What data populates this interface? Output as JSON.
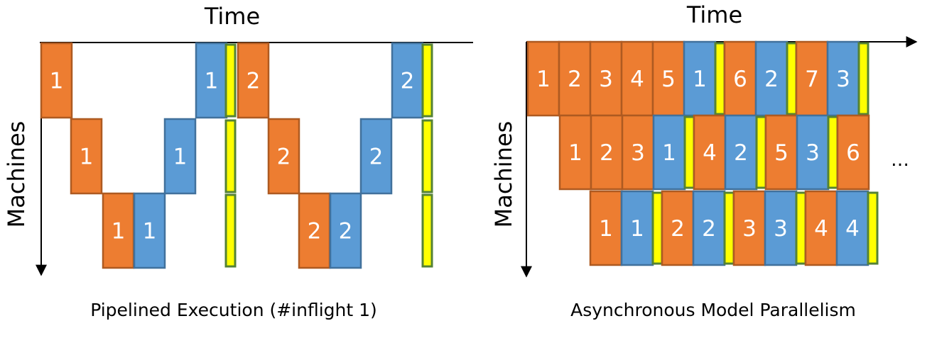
{
  "colors": {
    "forward": "#ed7d31",
    "forward_border": "#ae5a21",
    "backward": "#5b9bd5",
    "backward_border": "#41719c",
    "update": "#ffff00",
    "update_border": "#548235",
    "axis": "#000000",
    "text_on_block": "#ffffff",
    "label": "#000000"
  },
  "left_panel": {
    "time_label": "Time",
    "machines_label": "Machines",
    "caption": "Pipelined Execution (#inflight 1)",
    "blocks": [
      {
        "kind": "forward",
        "label": "1",
        "row": 0,
        "slot": 0
      },
      {
        "kind": "forward",
        "label": "1",
        "row": 1,
        "slot": 1
      },
      {
        "kind": "forward",
        "label": "1",
        "row": 2,
        "slot": 2
      },
      {
        "kind": "backward",
        "label": "1",
        "row": 2,
        "slot": 3
      },
      {
        "kind": "backward",
        "label": "1",
        "row": 1,
        "slot": 4
      },
      {
        "kind": "backward",
        "label": "1",
        "row": 0,
        "slot": 5
      },
      {
        "kind": "update",
        "label": "",
        "row": 0,
        "slot": 6
      },
      {
        "kind": "update",
        "label": "",
        "row": 1,
        "slot": 6
      },
      {
        "kind": "update",
        "label": "",
        "row": 2,
        "slot": 6
      },
      {
        "kind": "forward",
        "label": "2",
        "row": 0,
        "slot": 7
      },
      {
        "kind": "forward",
        "label": "2",
        "row": 1,
        "slot": 8
      },
      {
        "kind": "forward",
        "label": "2",
        "row": 2,
        "slot": 9
      },
      {
        "kind": "backward",
        "label": "2",
        "row": 2,
        "slot": 10
      },
      {
        "kind": "backward",
        "label": "2",
        "row": 1,
        "slot": 11
      },
      {
        "kind": "backward",
        "label": "2",
        "row": 0,
        "slot": 12
      },
      {
        "kind": "update",
        "label": "",
        "row": 0,
        "slot": 13
      },
      {
        "kind": "update",
        "label": "",
        "row": 1,
        "slot": 13
      },
      {
        "kind": "update",
        "label": "",
        "row": 2,
        "slot": 13
      }
    ]
  },
  "right_panel": {
    "time_label": "Time",
    "machines_label": "Machines",
    "caption": "Asynchronous Model Parallelism",
    "ellipsis": "…",
    "rows": [
      [
        {
          "kind": "forward",
          "label": "1"
        },
        {
          "kind": "forward",
          "label": "2"
        },
        {
          "kind": "forward",
          "label": "3"
        },
        {
          "kind": "forward",
          "label": "4"
        },
        {
          "kind": "forward",
          "label": "5"
        },
        {
          "kind": "backward",
          "label": "1"
        },
        {
          "kind": "update",
          "label": ""
        },
        {
          "kind": "forward",
          "label": "6"
        },
        {
          "kind": "backward",
          "label": "2"
        },
        {
          "kind": "update",
          "label": ""
        },
        {
          "kind": "forward",
          "label": "7"
        },
        {
          "kind": "backward",
          "label": "3"
        },
        {
          "kind": "update",
          "label": ""
        }
      ],
      [
        {
          "kind": "forward",
          "label": "1"
        },
        {
          "kind": "forward",
          "label": "2"
        },
        {
          "kind": "forward",
          "label": "3"
        },
        {
          "kind": "backward",
          "label": "1"
        },
        {
          "kind": "update",
          "label": ""
        },
        {
          "kind": "forward",
          "label": "4"
        },
        {
          "kind": "backward",
          "label": "2"
        },
        {
          "kind": "update",
          "label": ""
        },
        {
          "kind": "forward",
          "label": "5"
        },
        {
          "kind": "backward",
          "label": "3"
        },
        {
          "kind": "update",
          "label": ""
        },
        {
          "kind": "forward",
          "label": "6"
        }
      ],
      [
        {
          "kind": "forward",
          "label": "1"
        },
        {
          "kind": "backward",
          "label": "1"
        },
        {
          "kind": "update",
          "label": ""
        },
        {
          "kind": "forward",
          "label": "2"
        },
        {
          "kind": "backward",
          "label": "2"
        },
        {
          "kind": "update",
          "label": ""
        },
        {
          "kind": "forward",
          "label": "3"
        },
        {
          "kind": "backward",
          "label": "3"
        },
        {
          "kind": "update",
          "label": ""
        },
        {
          "kind": "forward",
          "label": "4"
        },
        {
          "kind": "backward",
          "label": "4"
        },
        {
          "kind": "update",
          "label": ""
        }
      ]
    ]
  }
}
